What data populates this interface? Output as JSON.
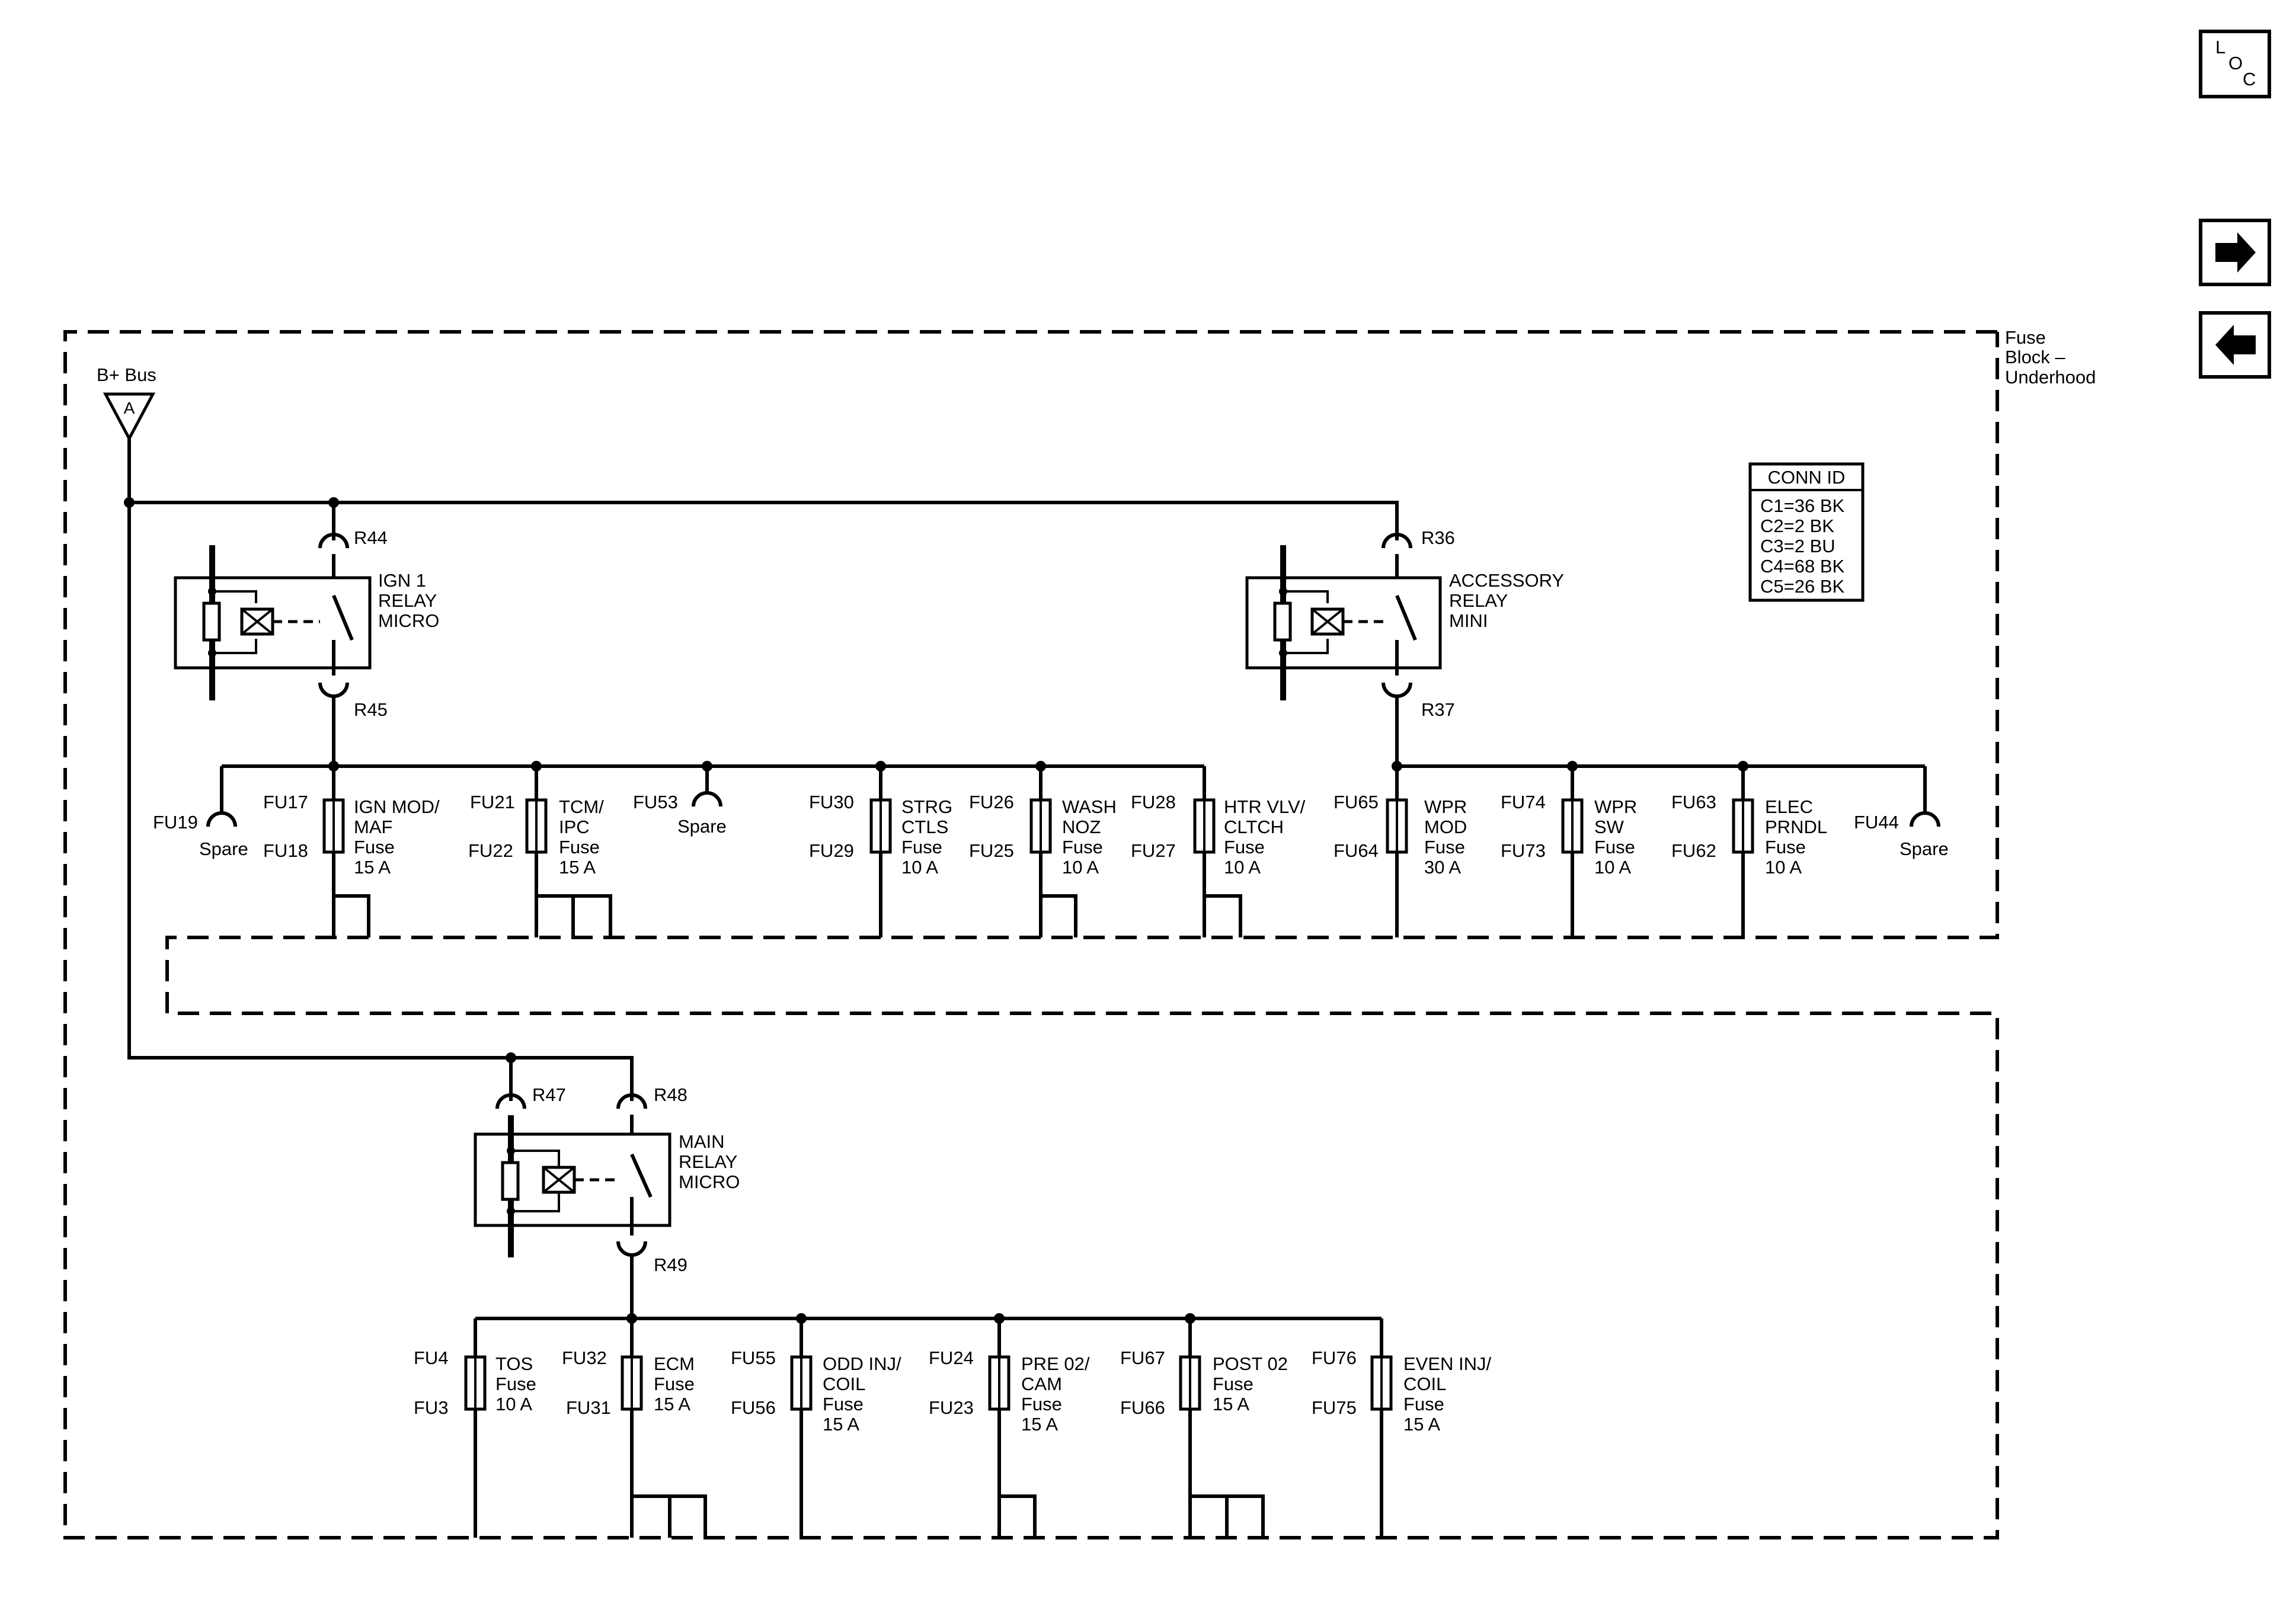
{
  "nav": {
    "loc": {
      "l": "L",
      "o": "O",
      "c": "C"
    }
  },
  "block": {
    "name_line1": "Fuse",
    "name_line2": "Block –",
    "name_line3": "Underhood",
    "bus_label": "B+ Bus",
    "bus_connector": "A"
  },
  "conn_table": {
    "header": "CONN ID",
    "rows": [
      "C1=36 BK",
      "C2=2 BK",
      "C3=2 BU",
      "C4=68 BK",
      "C5=26 BK"
    ]
  },
  "relays": {
    "ign1": {
      "lines": [
        "IGN 1",
        "RELAY",
        "MICRO"
      ],
      "in_pin": "R44",
      "out_pin": "R45"
    },
    "acc": {
      "lines": [
        "ACCESSORY",
        "RELAY",
        "MINI"
      ],
      "in_pin": "R36",
      "out_pin": "R37"
    },
    "main": {
      "lines": [
        "MAIN",
        "RELAY",
        "MICRO"
      ],
      "in_pin_a": "R47",
      "in_pin_b": "R48",
      "out_pin": "R49"
    }
  },
  "top_row": {
    "spare_fu19": {
      "pin": "FU19",
      "label": "Spare"
    },
    "fu53": {
      "pin": "FU53",
      "label": "Spare"
    },
    "fu44": {
      "pin": "FU44",
      "label": "Spare"
    },
    "fuses": [
      {
        "top": "FU17",
        "bottom": "FU18",
        "lines": [
          "IGN MOD/",
          "MAF",
          "Fuse",
          "15 A"
        ]
      },
      {
        "top": "FU21",
        "bottom": "FU22",
        "lines": [
          "TCM/",
          "IPC",
          "Fuse",
          "15 A"
        ]
      },
      {
        "top": "FU30",
        "bottom": "FU29",
        "lines": [
          "STRG",
          "CTLS",
          "Fuse",
          "10 A"
        ]
      },
      {
        "top": "FU26",
        "bottom": "FU25",
        "lines": [
          "WASH",
          "NOZ",
          "Fuse",
          "10 A"
        ]
      },
      {
        "top": "FU28",
        "bottom": "FU27",
        "lines": [
          "HTR VLV/",
          "CLTCH",
          "Fuse",
          "10 A"
        ]
      },
      {
        "top": "FU65",
        "bottom": "FU64",
        "lines": [
          "WPR",
          "MOD",
          "Fuse",
          "30 A"
        ]
      },
      {
        "top": "FU74",
        "bottom": "FU73",
        "lines": [
          "WPR",
          "SW",
          "Fuse",
          "10 A"
        ]
      },
      {
        "top": "FU63",
        "bottom": "FU62",
        "lines": [
          "ELEC",
          "PRNDL",
          "Fuse",
          "10 A"
        ]
      }
    ]
  },
  "bottom_row": {
    "fuses": [
      {
        "top": "FU4",
        "bottom": "FU3",
        "lines": [
          "TOS",
          "Fuse",
          "10 A"
        ]
      },
      {
        "top": "FU32",
        "bottom": "FU31",
        "lines": [
          "ECM",
          "Fuse",
          "15 A"
        ]
      },
      {
        "top": "FU55",
        "bottom": "FU56",
        "lines": [
          "ODD INJ/",
          "COIL",
          "Fuse",
          "15 A"
        ]
      },
      {
        "top": "FU24",
        "bottom": "FU23",
        "lines": [
          "PRE 02/",
          "CAM",
          "Fuse",
          "15 A"
        ]
      },
      {
        "top": "FU67",
        "bottom": "FU66",
        "lines": [
          "POST 02",
          "Fuse",
          "15 A"
        ]
      },
      {
        "top": "FU76",
        "bottom": "FU75",
        "lines": [
          "EVEN INJ/",
          "COIL",
          "Fuse",
          "15 A"
        ]
      }
    ]
  }
}
